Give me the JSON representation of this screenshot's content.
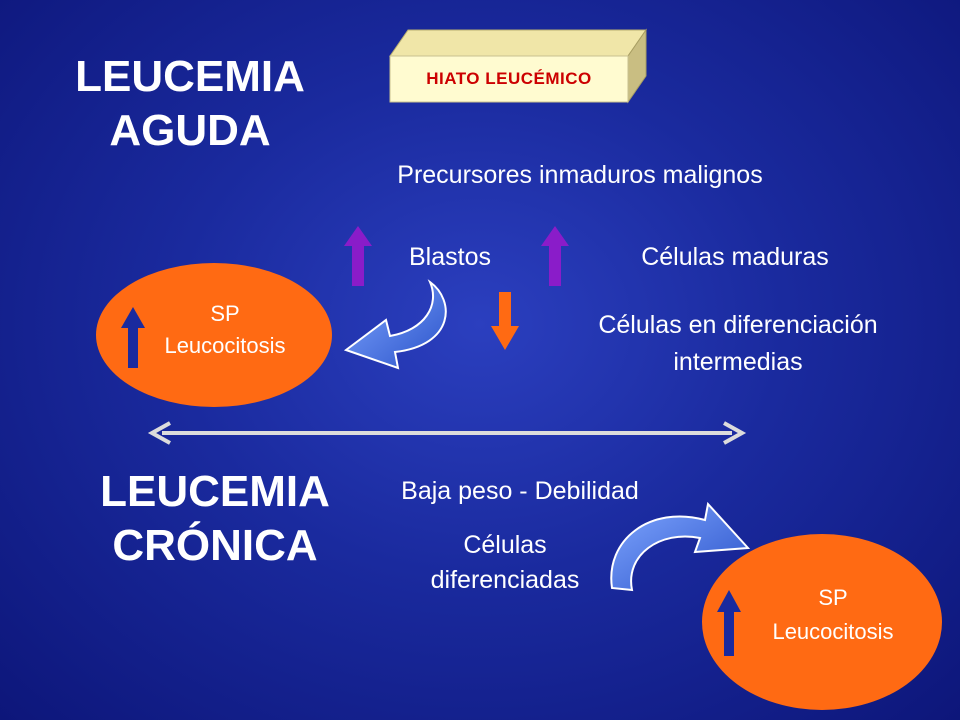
{
  "hiato": {
    "label": "HIATO LEUCÉMICO"
  },
  "aguda": {
    "title_line1": "LEUCEMIA",
    "title_line2": "AGUDA",
    "precursores": "Precursores inmaduros malignos",
    "blastos": "Blastos",
    "celulas_maduras": "Células maduras",
    "diferenciacion_line1": "Células  en diferenciación",
    "diferenciacion_line2": "intermedias",
    "oval": {
      "line1": "SP",
      "line2": "Leucocitosis"
    }
  },
  "cronica": {
    "title_line1": "LEUCEMIA",
    "title_line2": "CRÓNICA",
    "baja_peso": "Baja peso - Debilidad",
    "diferenciadas_line1": "Células",
    "diferenciadas_line2": "diferenciadas",
    "oval": {
      "line1": "SP",
      "line2": "Leucocitosis"
    }
  },
  "colors": {
    "oval_fill": "#ff6a13",
    "up_arrow": "#8a1cc9",
    "down_arrow": "#ff6a13",
    "oval_arrow": "#1a2a9e",
    "curved_arrow": "#3d6fe0",
    "box_face": "#fffbd0",
    "box_text": "#cc0000"
  }
}
